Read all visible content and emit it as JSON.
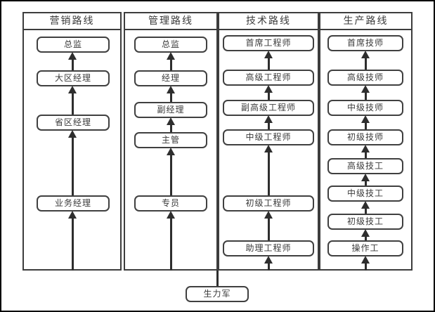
{
  "diagram": {
    "title": "career-path-ladders",
    "columns": [
      {
        "title": "营销路线",
        "boxes": [
          "总监",
          "大区经理",
          "省区经理",
          "业务经理"
        ]
      },
      {
        "title": "管理路线",
        "boxes": [
          "总监",
          "经理",
          "副经理",
          "主管",
          "专员"
        ]
      },
      {
        "title": "技术路线",
        "boxes": [
          "首席工程师",
          "高级工程师",
          "副高级工程师",
          "中级工程师",
          "初级工程师",
          "助理工程师"
        ]
      },
      {
        "title": "生产路线",
        "boxes": [
          "首席技师",
          "高级技师",
          "中级技师",
          "初级技师",
          "高级技工",
          "中级技工",
          "初级技工",
          "操作工"
        ]
      }
    ],
    "source_box": {
      "label": "生力军"
    },
    "colors": {
      "outer_border": "#000000",
      "line": "#3d3d3d",
      "arrow": "#2e2e2e",
      "text": "#3a3a3a",
      "background": "#ffffff"
    }
  }
}
